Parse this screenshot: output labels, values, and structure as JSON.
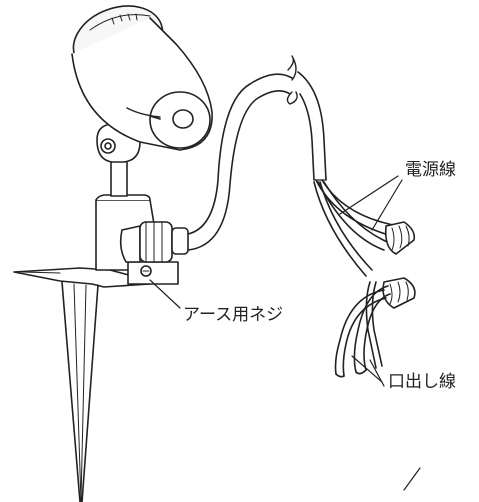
{
  "labels": {
    "power_cord": "電源線",
    "ground_screw": "アース用ネジ",
    "lead_wire": "口出し線"
  },
  "colors": {
    "stroke": "#222222",
    "fill_light": "#f7f7f7",
    "fill_white": "#ffffff"
  }
}
